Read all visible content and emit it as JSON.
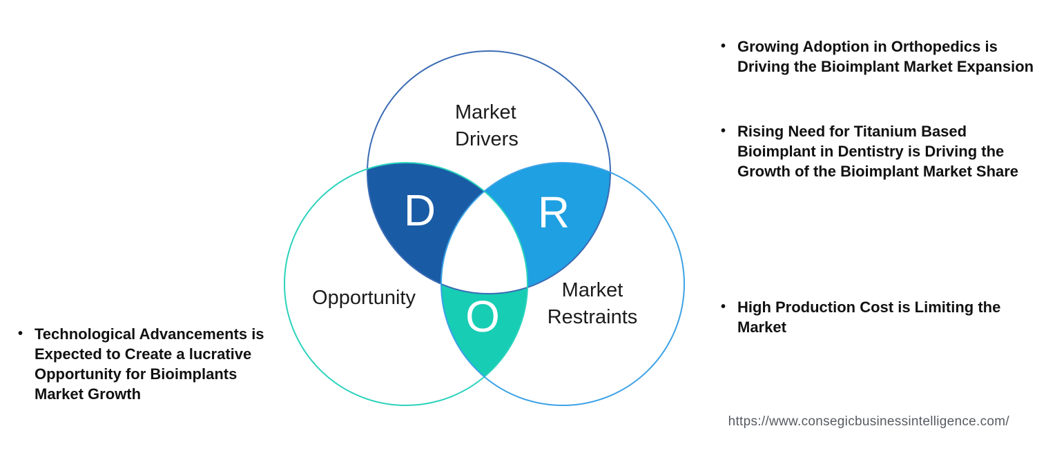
{
  "diagram": {
    "circles": {
      "drivers": {
        "label": "Market Drivers",
        "letter": "D"
      },
      "restraints": {
        "label": "Market Restraints",
        "letter": "R"
      },
      "opportunity": {
        "label": "Opportunity",
        "letter": "O"
      }
    }
  },
  "left_notes": [
    {
      "text": "Technological Advancements is Expected to Create a lucrative Opportunity for Bioimplants Market Growth"
    }
  ],
  "right_notes": [
    {
      "text": "Growing Adoption in Orthopedics is Driving the Bioimplant Market Expansion"
    },
    {
      "text": "Rising Need for Titanium Based Bioimplant in Dentistry is Driving the Growth of the Bioimplant Market Share"
    },
    {
      "text": "High Production Cost is Limiting the Market"
    }
  ],
  "footer": {
    "url": "https://www.consegicbusinessintelligence.com/"
  },
  "ui": {
    "bullet": "•"
  },
  "colors": {
    "drivers_outline": "#3a6bb4",
    "restraints_outline": "#3ba2e6",
    "opportunity_outline": "#2bd2bc",
    "drivers_fill": "#1a5ba5",
    "restraints_fill": "#1ea0e2",
    "opportunity_fill": "#17cdb4",
    "center_fill": "#ffffff"
  }
}
